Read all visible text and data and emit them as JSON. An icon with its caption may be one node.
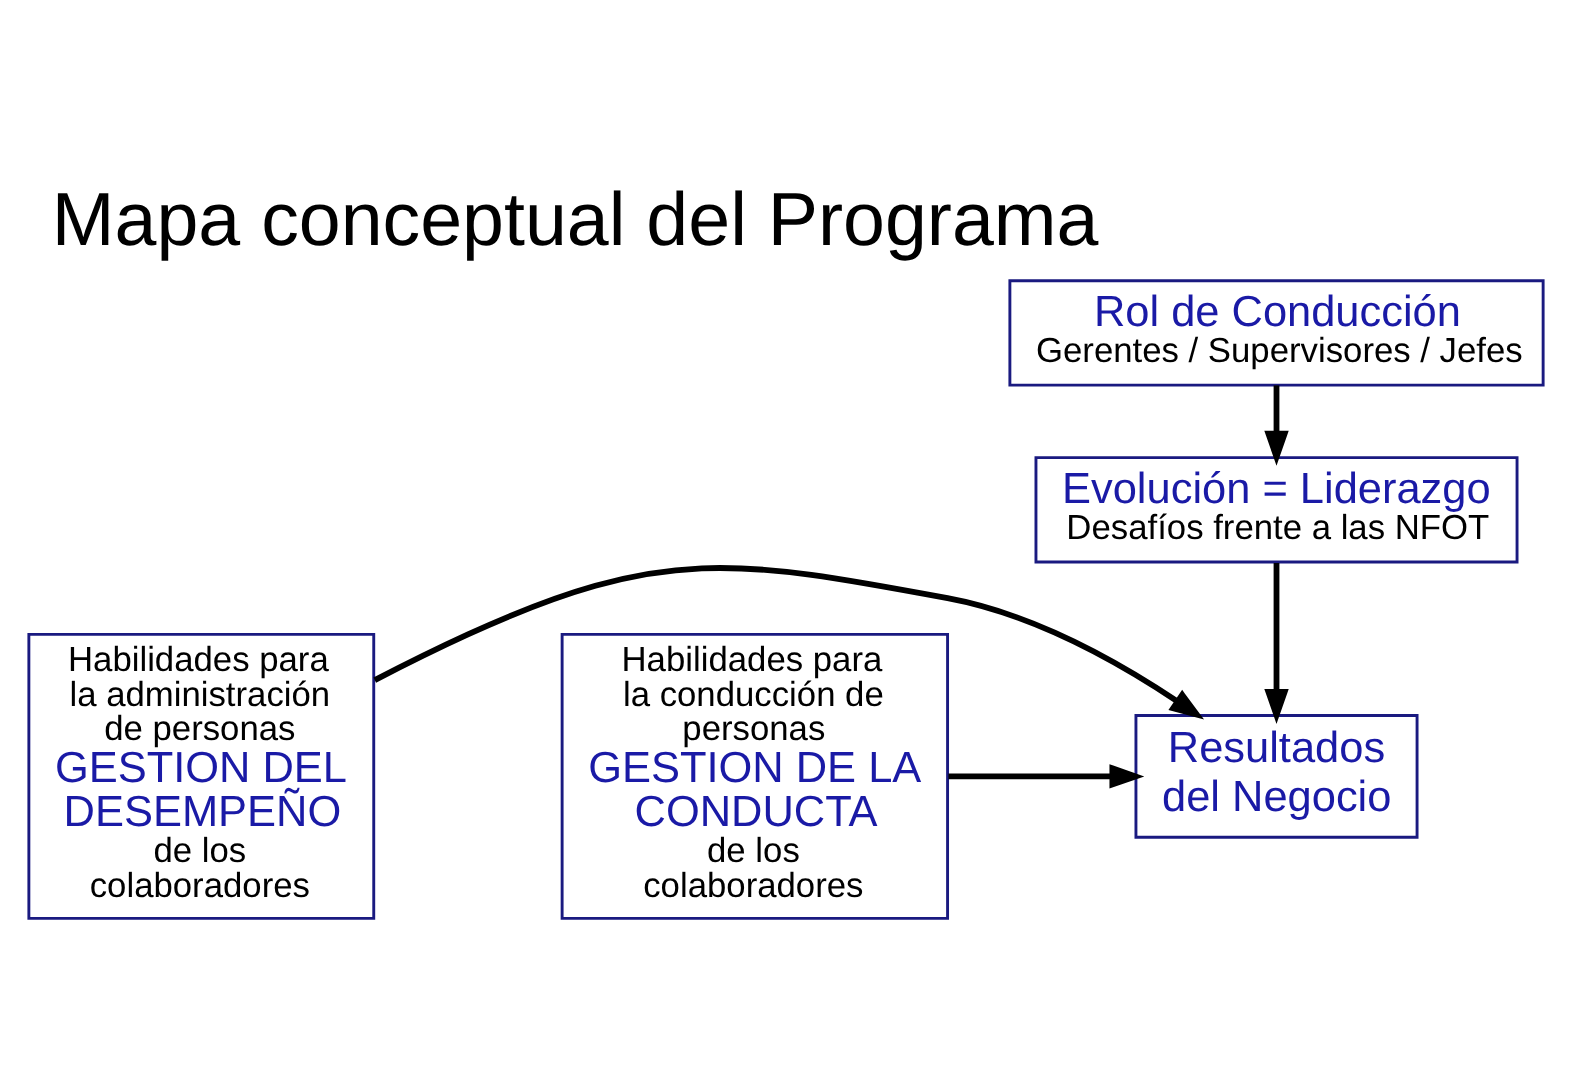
{
  "diagram": {
    "title": "Mapa conceptual del Programa",
    "nodes": [
      {
        "text": [
          "Rol de Conducción",
          "Gerentes / Supervisores / Jefes"
        ]
      },
      {
        "text": [
          "Evolución = Liderazgo",
          "Desafíos frente a las NFOT"
        ]
      },
      {
        "text": [
          "Habilidades para la administración de personas",
          "GESTION DEL DESEMPEÑO",
          "de los colaboradores"
        ]
      },
      {
        "text": [
          "Resultados del Negocio"
        ]
      },
      {
        "text": [
          "Habilidades para la conducción de personas",
          "GESTION DE LA CONDUCTA",
          "de los colaboradores"
        ]
      }
    ],
    "edges": [
      {
        "from": 0,
        "to": 1,
        "arrow": "to"
      },
      {
        "from": 1,
        "to": 3,
        "arrow": "to"
      },
      {
        "from": 2,
        "to": 3,
        "arrow": "to"
      },
      {
        "from": 4,
        "to": 3,
        "arrow": "to"
      }
    ]
  }
}
